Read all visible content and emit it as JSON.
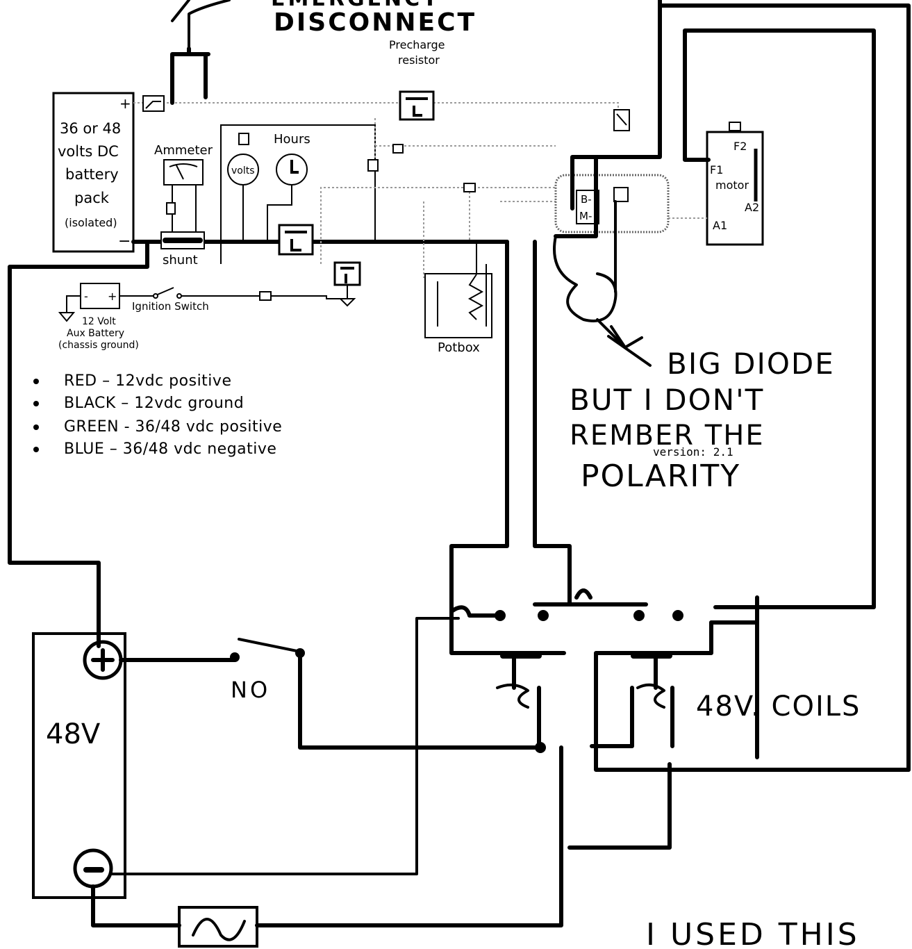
{
  "handwritten": {
    "title_partial": "EMERGENCY",
    "title": "DISCONNECT",
    "diode_note_l1": "BIG DIODE",
    "diode_note_l2": "BUT I DON'T",
    "diode_note_l3": "REMBER THE",
    "diode_note_l4": "POLARITY",
    "battery_48": "48V",
    "switch_no": "NO",
    "coils": "48V. COILS",
    "used_this": "I USED THIS"
  },
  "printed": {
    "precharge_l1": "Precharge",
    "precharge_l2": "resistor",
    "battery_pack_l1": "36 or 48",
    "battery_pack_l2": "volts DC",
    "battery_pack_l3": "battery",
    "battery_pack_l4": "pack",
    "battery_pack_l5": "(isolated)",
    "plus": "+",
    "minus": "−",
    "ammeter": "Ammeter",
    "shunt": "shunt",
    "hours": "Hours",
    "volts": "volts",
    "motor": "motor",
    "f1": "F1",
    "f2": "F2",
    "a1": "A1",
    "a2": "A2",
    "b_minus": "B-",
    "m_minus": "M-",
    "potbox": "Potbox",
    "ignition_switch": "Ignition Switch",
    "aux_l1": "12 Volt",
    "aux_l2": "Aux Battery",
    "aux_l3": "(chassis ground)",
    "version": "version: 2.1"
  },
  "legend": [
    {
      "label": "RED – 12vdc positive"
    },
    {
      "label": "BLACK – 12vdc ground"
    },
    {
      "label": "GREEN - 36/48 vdc positive"
    },
    {
      "label": "BLUE – 36/48 vdc negative"
    }
  ]
}
